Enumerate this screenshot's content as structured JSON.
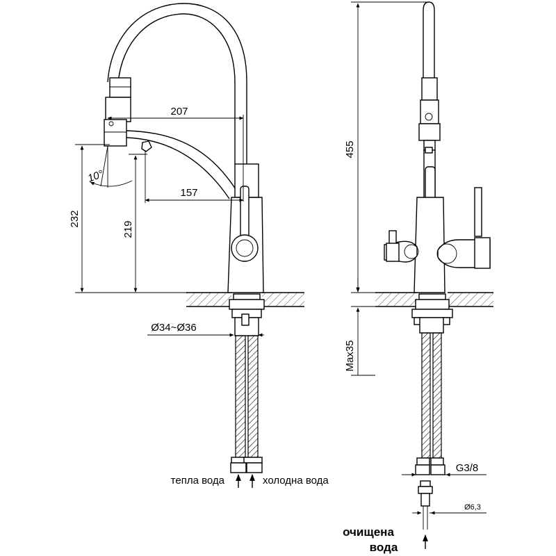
{
  "dimensions": {
    "reach": "207",
    "outlet_reach": "157",
    "height_spout": "232",
    "height_outlet": "219",
    "angle": "10°",
    "hole_diameter": "Ø34~Ø36",
    "total_height": "455",
    "max_thickness": "Max35",
    "thread": "G3/8",
    "filter_tube": "Ø6,3"
  },
  "labels": {
    "warm_water": "тепла вода",
    "cold_water": "холодна вода",
    "purified_line1": "очищена",
    "purified_line2": "вода"
  }
}
